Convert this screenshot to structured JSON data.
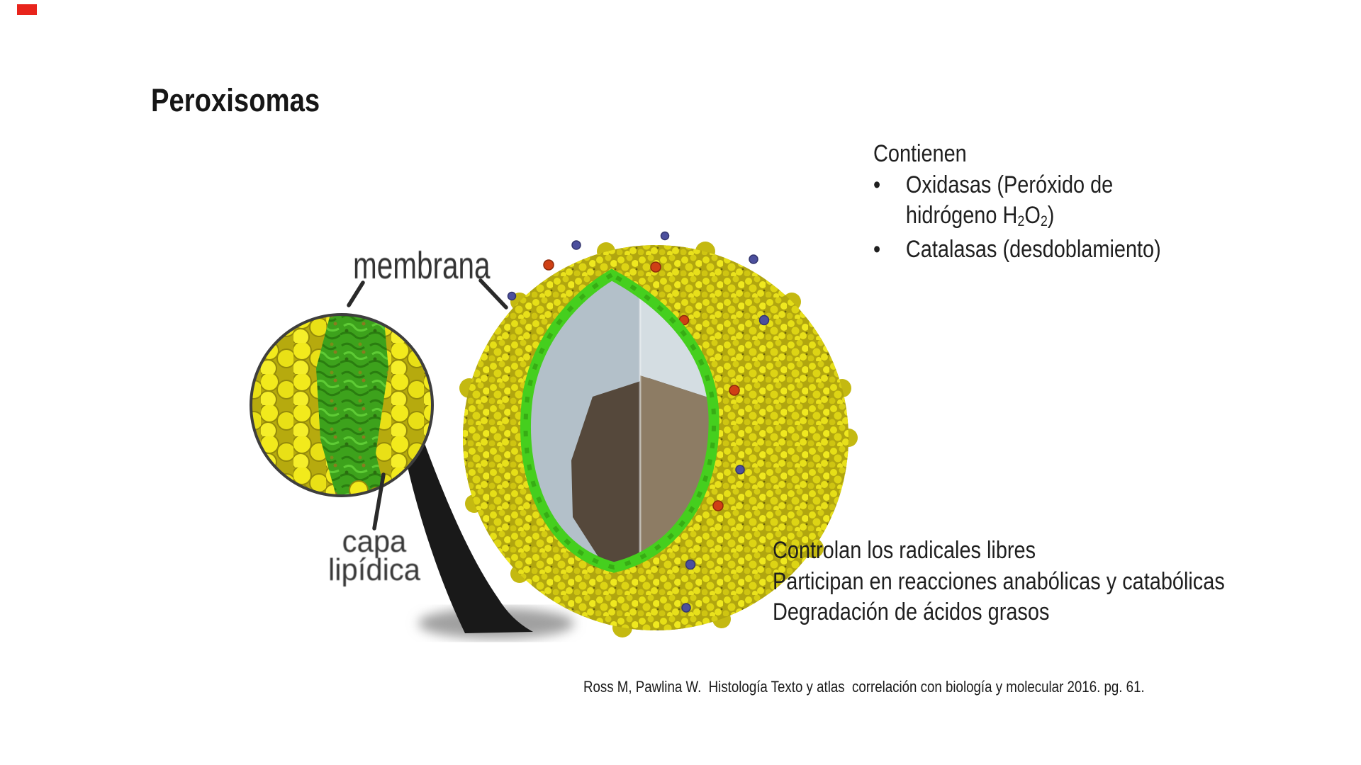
{
  "content": {
    "title": "Peroxisomas",
    "contains": {
      "heading": "Contienen",
      "bullet": "•",
      "item1_line1": "Oxidasas (Peróxido de",
      "item1_line2": {
        "pre": "hidrógeno H",
        "sub1": "2",
        "mid": "O",
        "sub2": "2",
        "post": ")"
      },
      "item2": "Catalasas (desdoblamiento)"
    },
    "functions": {
      "line1": "Controlan los radicales libres",
      "line2": "Participan en reacciones anabólicas y catabólicas",
      "line3": "Degradación de ácidos grasos"
    },
    "figure_labels": {
      "membrane": "membrana",
      "lipid_layer_line1": "capa",
      "lipid_layer_line2": "lipídica"
    },
    "citation": "Ross M, Pawlina W.  Histología Texto y atlas  correlación con biología y molecular 2016. pg. 61.",
    "colors": {
      "marker_red": "#e8241c",
      "membrane_green": "#45cf1e",
      "matrix_gray": "#b9c6ce",
      "core_dark": "#55483b",
      "core_light": "#8d7c64",
      "granule_base": "#a89d0d"
    }
  }
}
